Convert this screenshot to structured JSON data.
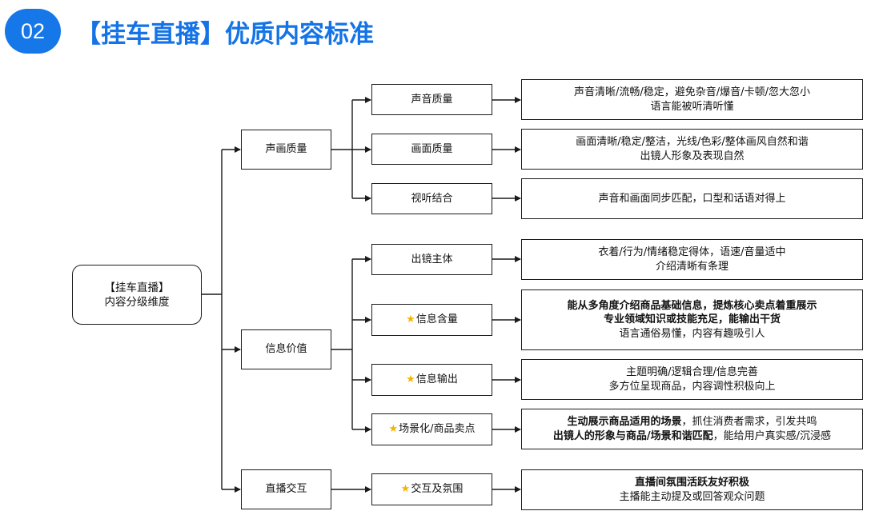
{
  "header": {
    "badge": "02",
    "title_open": "【",
    "title_main": "挂车直播",
    "title_close": "】",
    "title_suffix": "优质内容标准"
  },
  "root": {
    "line1": "【挂车直播】",
    "line2": "内容分级维度"
  },
  "level1": [
    {
      "label": "声画质量"
    },
    {
      "label": "信息价值"
    },
    {
      "label": "直播交互"
    }
  ],
  "level2": [
    {
      "label": "声音质量",
      "star": false
    },
    {
      "label": "画面质量",
      "star": false
    },
    {
      "label": "视听结合",
      "star": false
    },
    {
      "label": "出镜主体",
      "star": false
    },
    {
      "label": "信息含量",
      "star": true
    },
    {
      "label": "信息输出",
      "star": true
    },
    {
      "label": "场景化/商品卖点",
      "star": true
    },
    {
      "label": "交互及氛围",
      "star": true
    }
  ],
  "details": [
    {
      "lines": [
        {
          "text": "声音清晰/流畅/稳定，避免杂音/爆音/卡顿/忽大忽小"
        },
        {
          "text": "语言能被听清听懂"
        }
      ]
    },
    {
      "lines": [
        {
          "text": "画面清晰/稳定/整洁，光线/色彩/整体画风自然和谐"
        },
        {
          "text": "出镜人形象及表现自然"
        }
      ]
    },
    {
      "lines": [
        {
          "text": "声音和画面同步匹配，口型和话语对得上"
        }
      ]
    },
    {
      "lines": [
        {
          "text": "衣着/行为/情绪稳定得体，语速/音量适中"
        },
        {
          "text": "介绍清晰有条理"
        }
      ]
    },
    {
      "lines": [
        {
          "bold": "能从多角度介绍商品基础信息，提炼核心卖点着重展示"
        },
        {
          "bold": "专业领域知识或技能充足，能输出干货"
        },
        {
          "text": "语言通俗易懂，内容有趣吸引人"
        }
      ]
    },
    {
      "lines": [
        {
          "text": "主题明确/逻辑合理/信息完善"
        },
        {
          "text": "多方位呈现商品，内容调性积极向上"
        }
      ]
    },
    {
      "lines": [
        {
          "bold": "生动展示商品适用的场景",
          "text": "，抓住消费者需求，引发共鸣"
        },
        {
          "bold": "出镜人的形象与商品/场景和谐匹配",
          "text": "，能给用户真实感/沉浸感"
        }
      ]
    },
    {
      "lines": [
        {
          "bold": "直播间氛围活跃友好积极"
        },
        {
          "text": "主播能主动提及或回答观众问题"
        }
      ]
    }
  ],
  "colors": {
    "brand_blue": "#1473e6",
    "star": "#f4b400",
    "stroke": "#1a1a1a"
  }
}
